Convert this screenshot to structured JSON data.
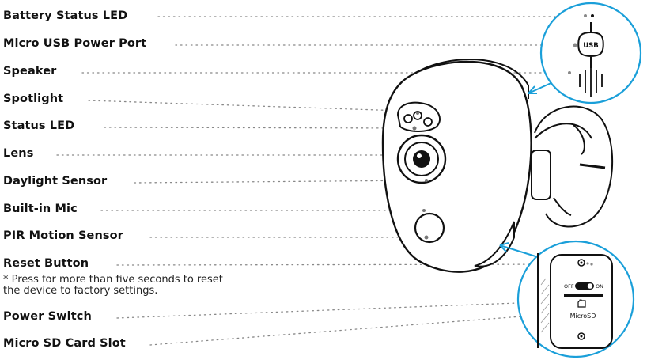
{
  "labels": [
    {
      "id": "battery",
      "text": "Battery Status LED"
    },
    {
      "id": "usb",
      "text": "Micro USB Power Port"
    },
    {
      "id": "speaker",
      "text": "Speaker"
    },
    {
      "id": "spotlight",
      "text": "Spotlight"
    },
    {
      "id": "status",
      "text": "Status LED"
    },
    {
      "id": "lens",
      "text": "Lens"
    },
    {
      "id": "daylight",
      "text": "Daylight Sensor"
    },
    {
      "id": "mic",
      "text": "Built-in Mic"
    },
    {
      "id": "pir",
      "text": "PIR Motion Sensor"
    },
    {
      "id": "reset",
      "text": "Reset Button"
    },
    {
      "id": "power",
      "text": "Power Switch"
    },
    {
      "id": "sd",
      "text": "Micro SD Card Slot"
    }
  ],
  "reset_note_line1": "* Press for more than five seconds to reset",
  "reset_note_line2": "the device to factory settings.",
  "usb_badge": "USB",
  "switch_off": "OFF",
  "switch_on": "ON",
  "microsd_label": "MicroSD",
  "accent_color": "#1a9fd9"
}
